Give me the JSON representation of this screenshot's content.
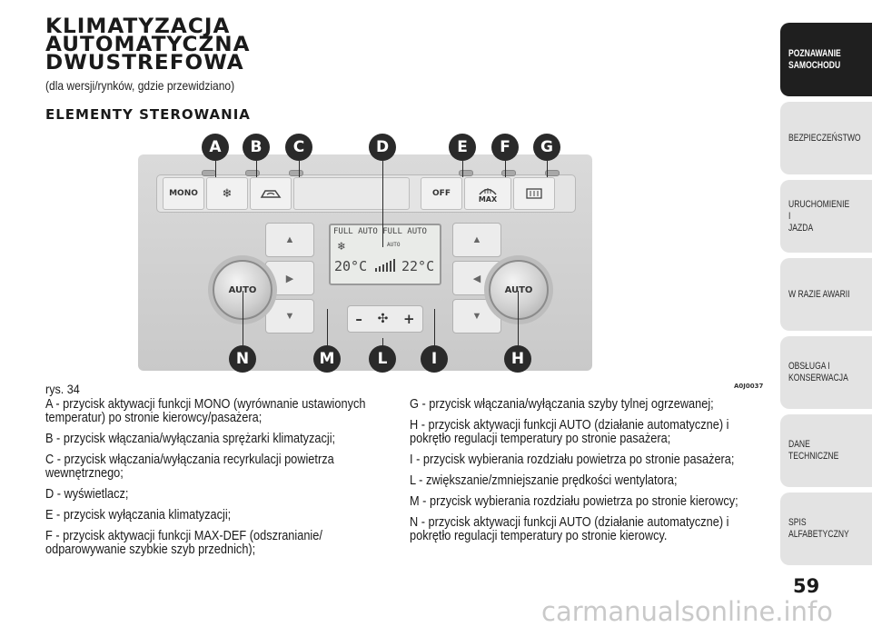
{
  "header": {
    "title_lines": [
      "KLIMATYZACJA",
      "AUTOMATYCZNA",
      "DWUSTREFOWA"
    ],
    "subtitle": "(dla wersji/rynków, gdzie przewidziano)",
    "section": "ELEMENTY STEROWANIA"
  },
  "figure": {
    "callouts": [
      "A",
      "B",
      "C",
      "D",
      "E",
      "F",
      "G",
      "N",
      "M",
      "L",
      "I",
      "H"
    ],
    "button_labels": {
      "mono": "MONO",
      "off": "OFF",
      "max": "MAX"
    },
    "display": {
      "full_auto_left": "FULL AUTO",
      "full_auto_right": "FULL AUTO",
      "auto_small": "AUTO",
      "temp_left": "20°C",
      "temp_right": "22°C"
    },
    "knob_left": "AUTO",
    "knob_right": "AUTO",
    "fan_minus": "–",
    "fan_plus": "+",
    "caption": "rys. 34",
    "code": "A0J0037"
  },
  "legend_left": [
    "A - przycisk aktywacji funkcji MONO (wyrównanie ustawionych temperatur) po stronie kierowcy/pasażera;",
    "B - przycisk włączania/wyłączania sprężarki klimatyzacji;",
    "C - przycisk włączania/wyłączania recyrkulacji powietrza wewnętrznego;",
    "D - wyświetlacz;",
    "E - przycisk wyłączania klimatyzacji;",
    "F - przycisk aktywacji funkcji MAX-DEF (odszranianie/ odparowywanie szybkie szyb przednich);"
  ],
  "legend_right": [
    "G - przycisk włączania/wyłączania szyby tylnej ogrzewanej;",
    "H - przycisk aktywacji funkcji AUTO (działanie automatyczne) i pokrętło regulacji temperatury po stronie pasażera;",
    "I - przycisk wybierania rozdziału powietrza po stronie pasażera;",
    "L - zwiększanie/zmniejszanie prędkości wentylatora;",
    "M - przycisk wybierania rozdziału powietrza po stronie kierowcy;",
    "N - przycisk aktywacji funkcji AUTO (działanie automatyczne) i pokrętło regulacji temperatury po stronie kierowcy."
  ],
  "sidebar": {
    "tabs": [
      "POZNAWANIE\nSAMOCHODU",
      "BEZPIECZEŃSTWO",
      "URUCHOMIENIE I\nJAZDA",
      "W RAZIE AWARII",
      "OBSŁUGA I\nKONSERWACJA",
      "DANE TECHNICZNE",
      "SPIS ALFABETYCZNY"
    ],
    "active_index": 0
  },
  "page_number": "59",
  "watermark": "carmanualsonline.info"
}
